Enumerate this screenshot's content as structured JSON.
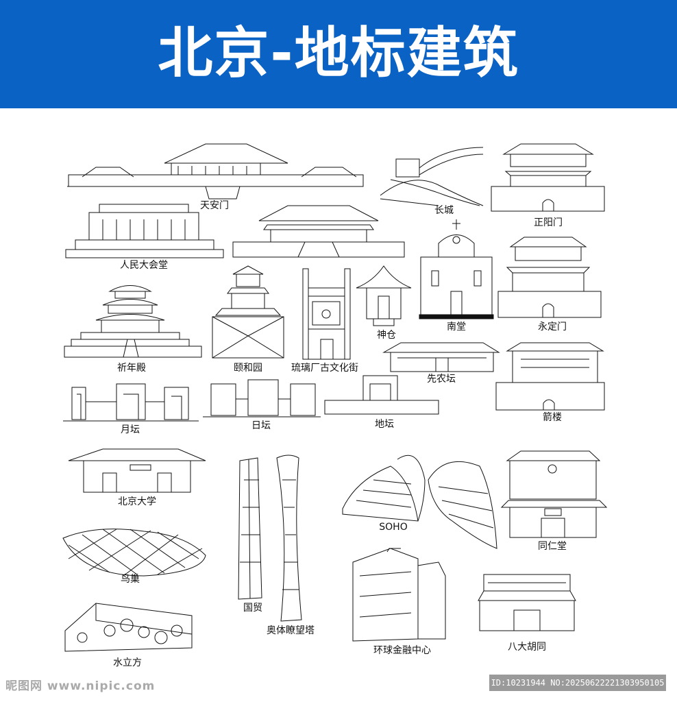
{
  "title": "北京-地标建筑",
  "colors": {
    "banner": "#0a62c4",
    "line": "#111111",
    "background": "#ffffff"
  },
  "landmarks": {
    "tiananmen": "天安门",
    "changcheng": "长城",
    "zhengyangmen": "正阳门",
    "renmindahuitang": "人民大会堂",
    "nantang": "南堂",
    "shencang": "神仓",
    "yongdingmen": "永定门",
    "qiniandian": "祈年殿",
    "yiheyuan": "颐和园",
    "liulichang": "琉璃厂古文化街",
    "xiannongtan": "先农坛",
    "yuetan": "月坛",
    "ritan": "日坛",
    "ditan": "地坛",
    "jianlou": "箭楼",
    "beijingdaxue": "北京大学",
    "soho": "SOHO",
    "tongrentang": "同仁堂",
    "niaochao": "鸟巢",
    "guomao": "国贸",
    "aoti": "奥体瞭望塔",
    "huanqiu": "环球金融中心",
    "badahutong": "八大胡同",
    "shuilifang": "水立方"
  },
  "watermark": {
    "left": "昵图网 www.nipic.com",
    "right": "ID:10231944 NO:20250622221303950105"
  }
}
